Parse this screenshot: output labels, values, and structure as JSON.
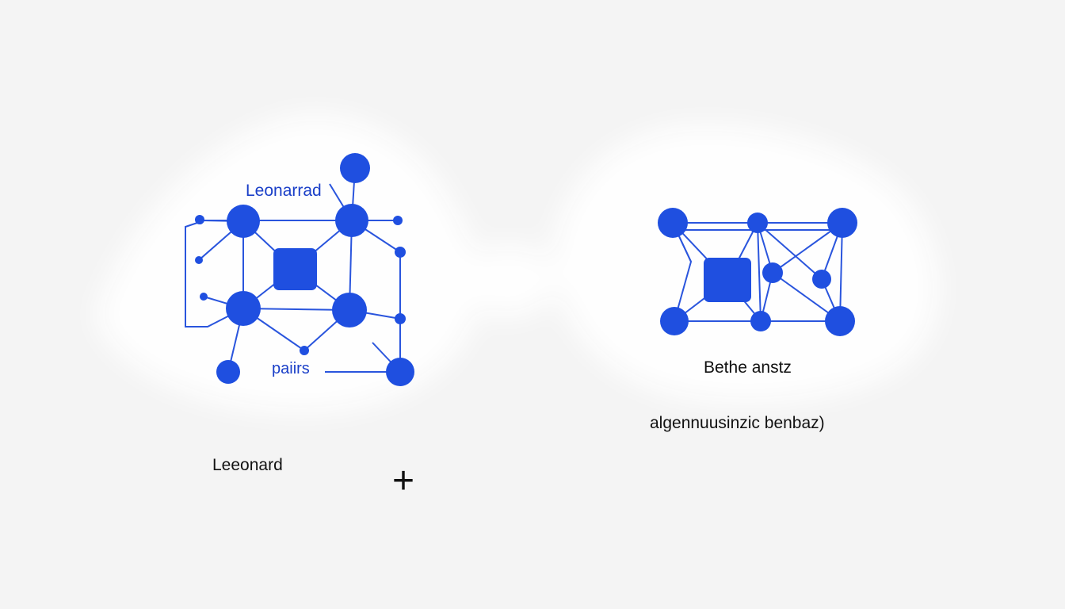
{
  "colors": {
    "background": "#f4f4f4",
    "smudge": "#ffffff",
    "node": "#1f4fe0",
    "edge": "#2a55dd",
    "label_blue": "#1a3fc8",
    "label_dark": "#111111"
  },
  "left_diagram": {
    "label_top": "Leonarrad",
    "label_mid": "paiirs"
  },
  "right_diagram": {
    "label": "Bethe anstz",
    "caption": "algennuusinzic benbaz)"
  },
  "bottom_left_label": "Leeonard",
  "operator_symbol": "+"
}
